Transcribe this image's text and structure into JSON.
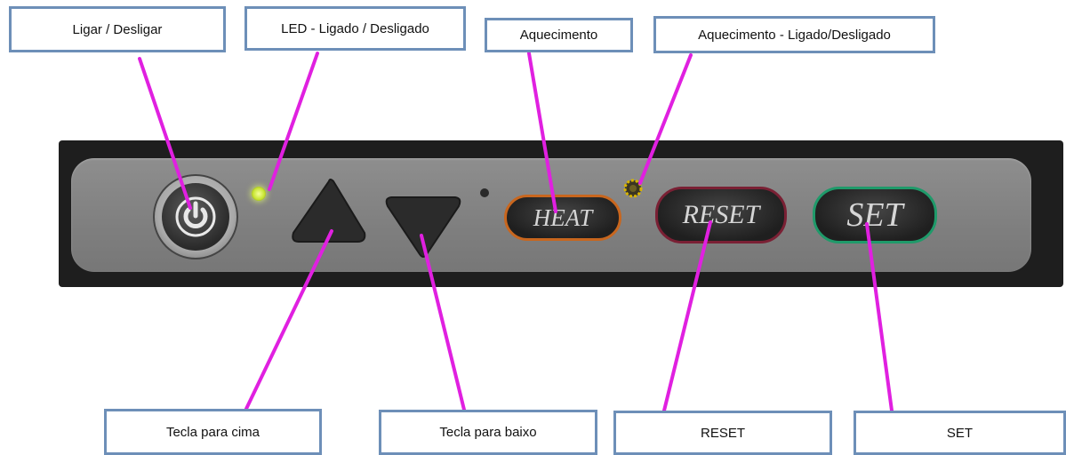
{
  "callouts": {
    "ligar": "Ligar / Desligar",
    "led": "LED - Ligado / Desligado",
    "aquecimento": "Aquecimento",
    "aquecimento_led": "Aquecimento - Ligado/Desligado",
    "cima": "Tecla para cima",
    "baixo": "Tecla para baixo",
    "reset": "RESET",
    "set": "SET"
  },
  "buttons": {
    "heat": "HEAT",
    "reset": "RESET",
    "set": "SET"
  },
  "colors": {
    "leader": "#e020e0",
    "callout_border": "#6d8fb8",
    "heat_outline": "#c8661e",
    "reset_outline": "#7a2034",
    "set_outline": "#1f9a6a",
    "led": "#d4ee3a"
  }
}
